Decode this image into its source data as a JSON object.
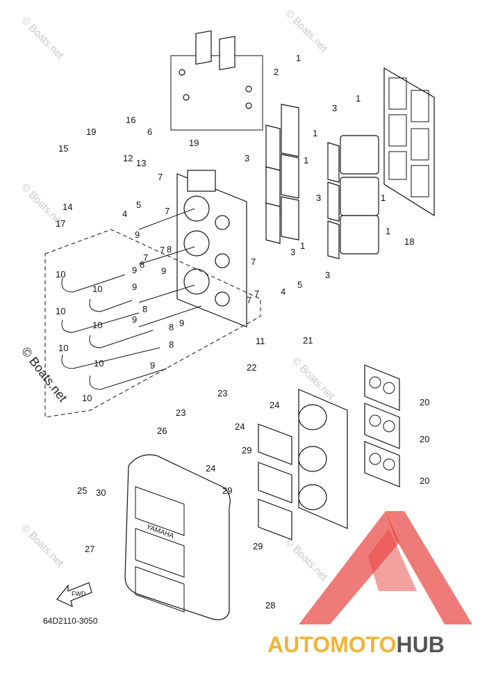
{
  "callouts": [
    "1",
    "2",
    "3",
    "4",
    "5",
    "6",
    "7",
    "8",
    "9",
    "10",
    "11",
    "12",
    "13",
    "14",
    "15",
    "16",
    "17",
    "18",
    "19",
    "20",
    "21",
    "22",
    "23",
    "24",
    "25",
    "26",
    "27",
    "28",
    "29",
    "30"
  ],
  "diagram_code": "64D2110-3050",
  "fwd_label": "FWD",
  "engine_brand": "YAMAHA",
  "watermark": "© Boats.net",
  "logo_part1": "AUTOMOTO",
  "logo_part2": "HUB",
  "colors": {
    "logo_red": "#e8433f",
    "logo_orange": "#f2b338",
    "logo_gray": "#555555"
  }
}
